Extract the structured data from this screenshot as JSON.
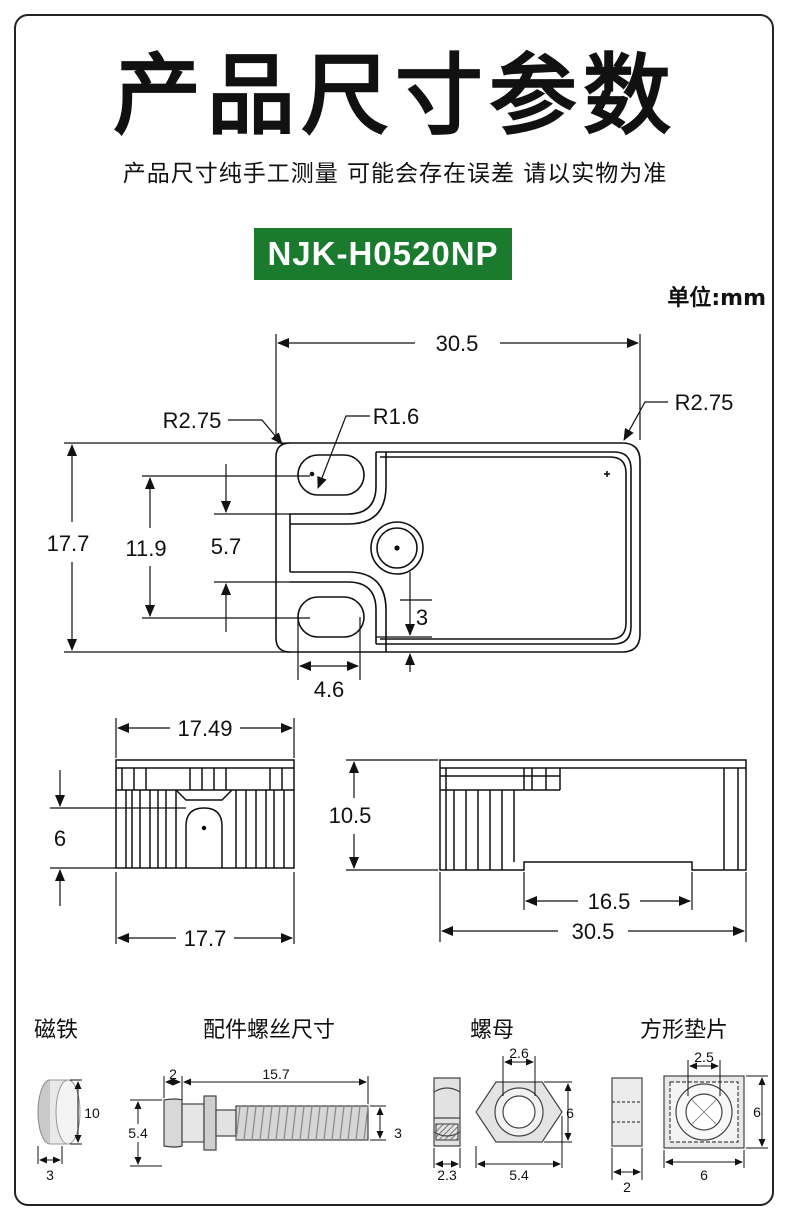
{
  "header": {
    "title": "产品尺寸参数",
    "subtitle": "产品尺寸纯手工测量 可能会存在误差 请以实物为准",
    "model": "NJK-H0520NP",
    "unit": "单位:mm"
  },
  "top_view": {
    "width": "30.5",
    "height": "17.7",
    "hole_pitch": "11.9",
    "slot_gap": "5.7",
    "slot_width": "4.6",
    "edge_offset": "3",
    "radius_left": "R2.75",
    "radius_right": "R2.75",
    "radius_slot": "R1.6"
  },
  "front_view": {
    "top_width": "17.49",
    "bottom_width": "17.7",
    "slot_height": "6"
  },
  "side_view": {
    "height": "10.5",
    "recess_length": "16.5",
    "length": "30.5"
  },
  "accessories": {
    "magnet": {
      "label": "磁铁",
      "dia": "10",
      "thick": "3"
    },
    "screw": {
      "label": "配件螺丝尺寸",
      "head_len": "2",
      "length": "15.7",
      "head_dia": "5.4",
      "thread_dia": "3"
    },
    "nut": {
      "label": "螺母",
      "inner": "2.6",
      "across": "6",
      "thick": "2.3",
      "flat": "5.4"
    },
    "washer": {
      "label": "方形垫片",
      "inner": "2.5",
      "side": "6",
      "side_b": "6",
      "thick": "2"
    }
  }
}
